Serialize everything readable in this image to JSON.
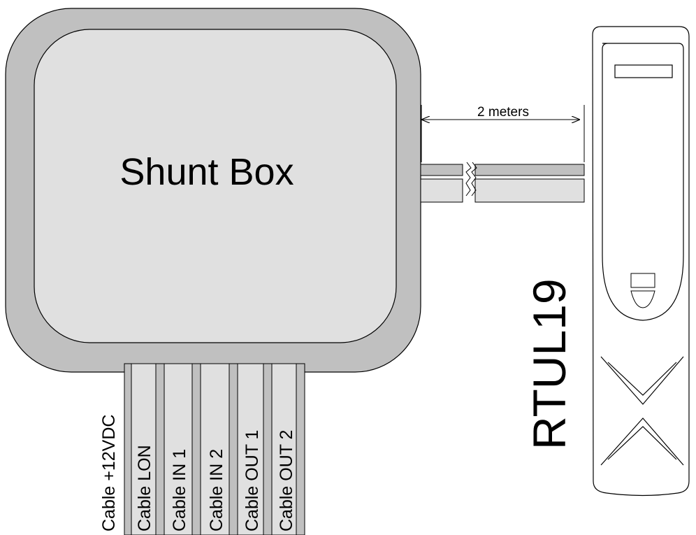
{
  "shunt_box": {
    "label": "Shunt Box"
  },
  "dimension": {
    "label": "2 meters"
  },
  "device": {
    "label": "RTUL19"
  },
  "cables": [
    {
      "label": "Cable +12VDC"
    },
    {
      "label": "Cable LON"
    },
    {
      "label": "Cable IN 1"
    },
    {
      "label": "Cable IN 2"
    },
    {
      "label": "Cable OUT 1"
    },
    {
      "label": "Cable OUT 2"
    }
  ],
  "colors": {
    "outer_frame": "#c0c0c0",
    "inner_panel": "#e0e0e0",
    "cable_dark": "#c0c0c0",
    "cable_light": "#e0e0e0",
    "line": "#000000"
  }
}
